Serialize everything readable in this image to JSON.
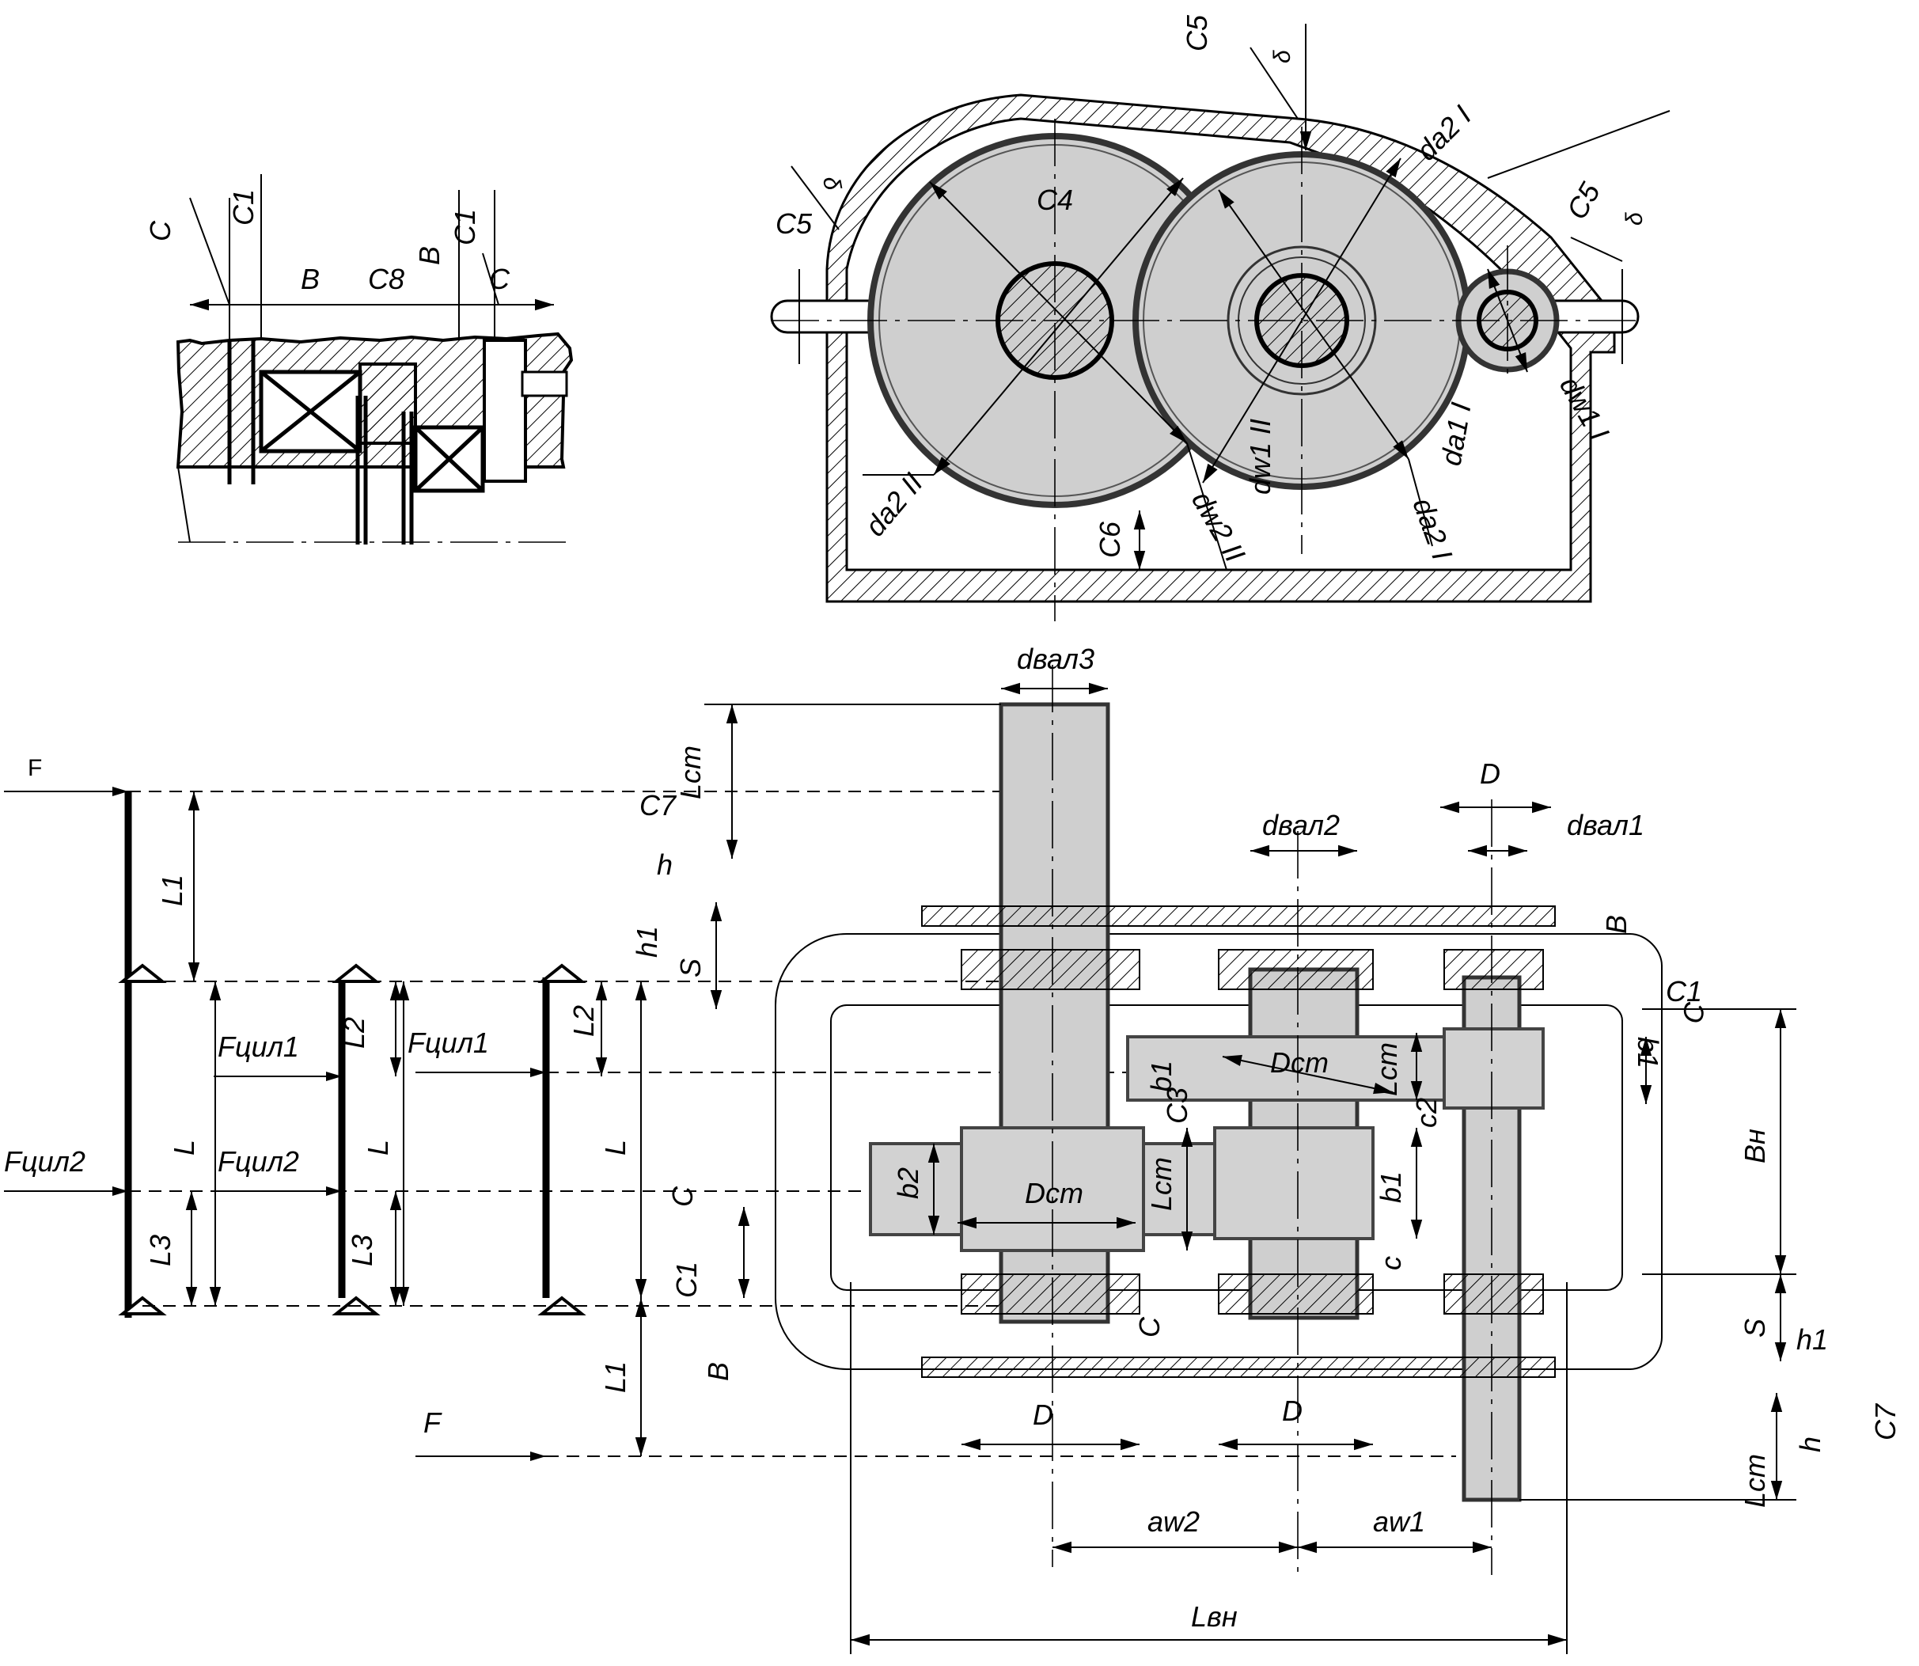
{
  "labels": {
    "top_left": {
      "C_left": "C",
      "C1_left": "C1",
      "B_left": "B",
      "C8": "C8",
      "B_right": "B",
      "C1_right": "C1",
      "C_right": "C"
    },
    "top_view": {
      "C5_top": "C5",
      "delta_top": "δ",
      "C5_left": "C5",
      "delta_left": "δ",
      "C4": "C4",
      "C5_right": "C5",
      "delta_right": "δ",
      "da2I": "da2 I",
      "da2II": "da2 II",
      "dw2II": "dw2 II",
      "dw1II": "dw1 II",
      "da2I_lower": "da2 I",
      "da1I": "da1 I",
      "dw1I": "dw1 I",
      "C6": "C6"
    },
    "schemes": {
      "F_top": "F",
      "L1_top": "L1",
      "Fcyl1_a": "Fцил1",
      "Fcyl1_b": "Fцил1",
      "Fcyl2_a": "Fцил2",
      "Fcyl2_b": "Fцил2",
      "L_a": "L",
      "L_b": "L",
      "L_c": "L",
      "L2_a": "L2",
      "L2_b": "L2",
      "L3_a": "L3",
      "L3_b": "L3",
      "L1_bottom": "L1",
      "F_bottom": "F"
    },
    "plan": {
      "dval3": "dвал3",
      "Lst_top": "Lст",
      "C7_left": "C7",
      "h_left": "h",
      "h1_left": "h1",
      "S_left": "S",
      "D_top": "D",
      "dval2": "dвал2",
      "dval1": "dвал1",
      "B_right": "B",
      "C1_right": "C1",
      "C_right": "C",
      "b1_right": "b1",
      "Bn": "Bн",
      "S_right": "S",
      "h1_right": "h1",
      "C7_right": "C7",
      "h_right": "h",
      "Lst_right": "Lст",
      "Dst_upper": "Dст",
      "b1_upper": "b1",
      "Lst_upper": "Lст",
      "C3": "C3",
      "c2": "c2",
      "b2": "b2",
      "Dst_lower": "Dст",
      "Lst_lower": "Lст",
      "b1_lower": "b1",
      "c_small": "c",
      "C_left": "C",
      "C1_left": "C1",
      "B_left": "B",
      "C_bottom": "C",
      "D_bottom_left": "D",
      "D_bottom_mid": "D",
      "aw2": "aw2",
      "aw1": "aw1",
      "Lvn": "Lвн"
    }
  },
  "colors": {
    "line": "#000000",
    "fill": "#cfcfcf",
    "background": "#ffffff"
  }
}
